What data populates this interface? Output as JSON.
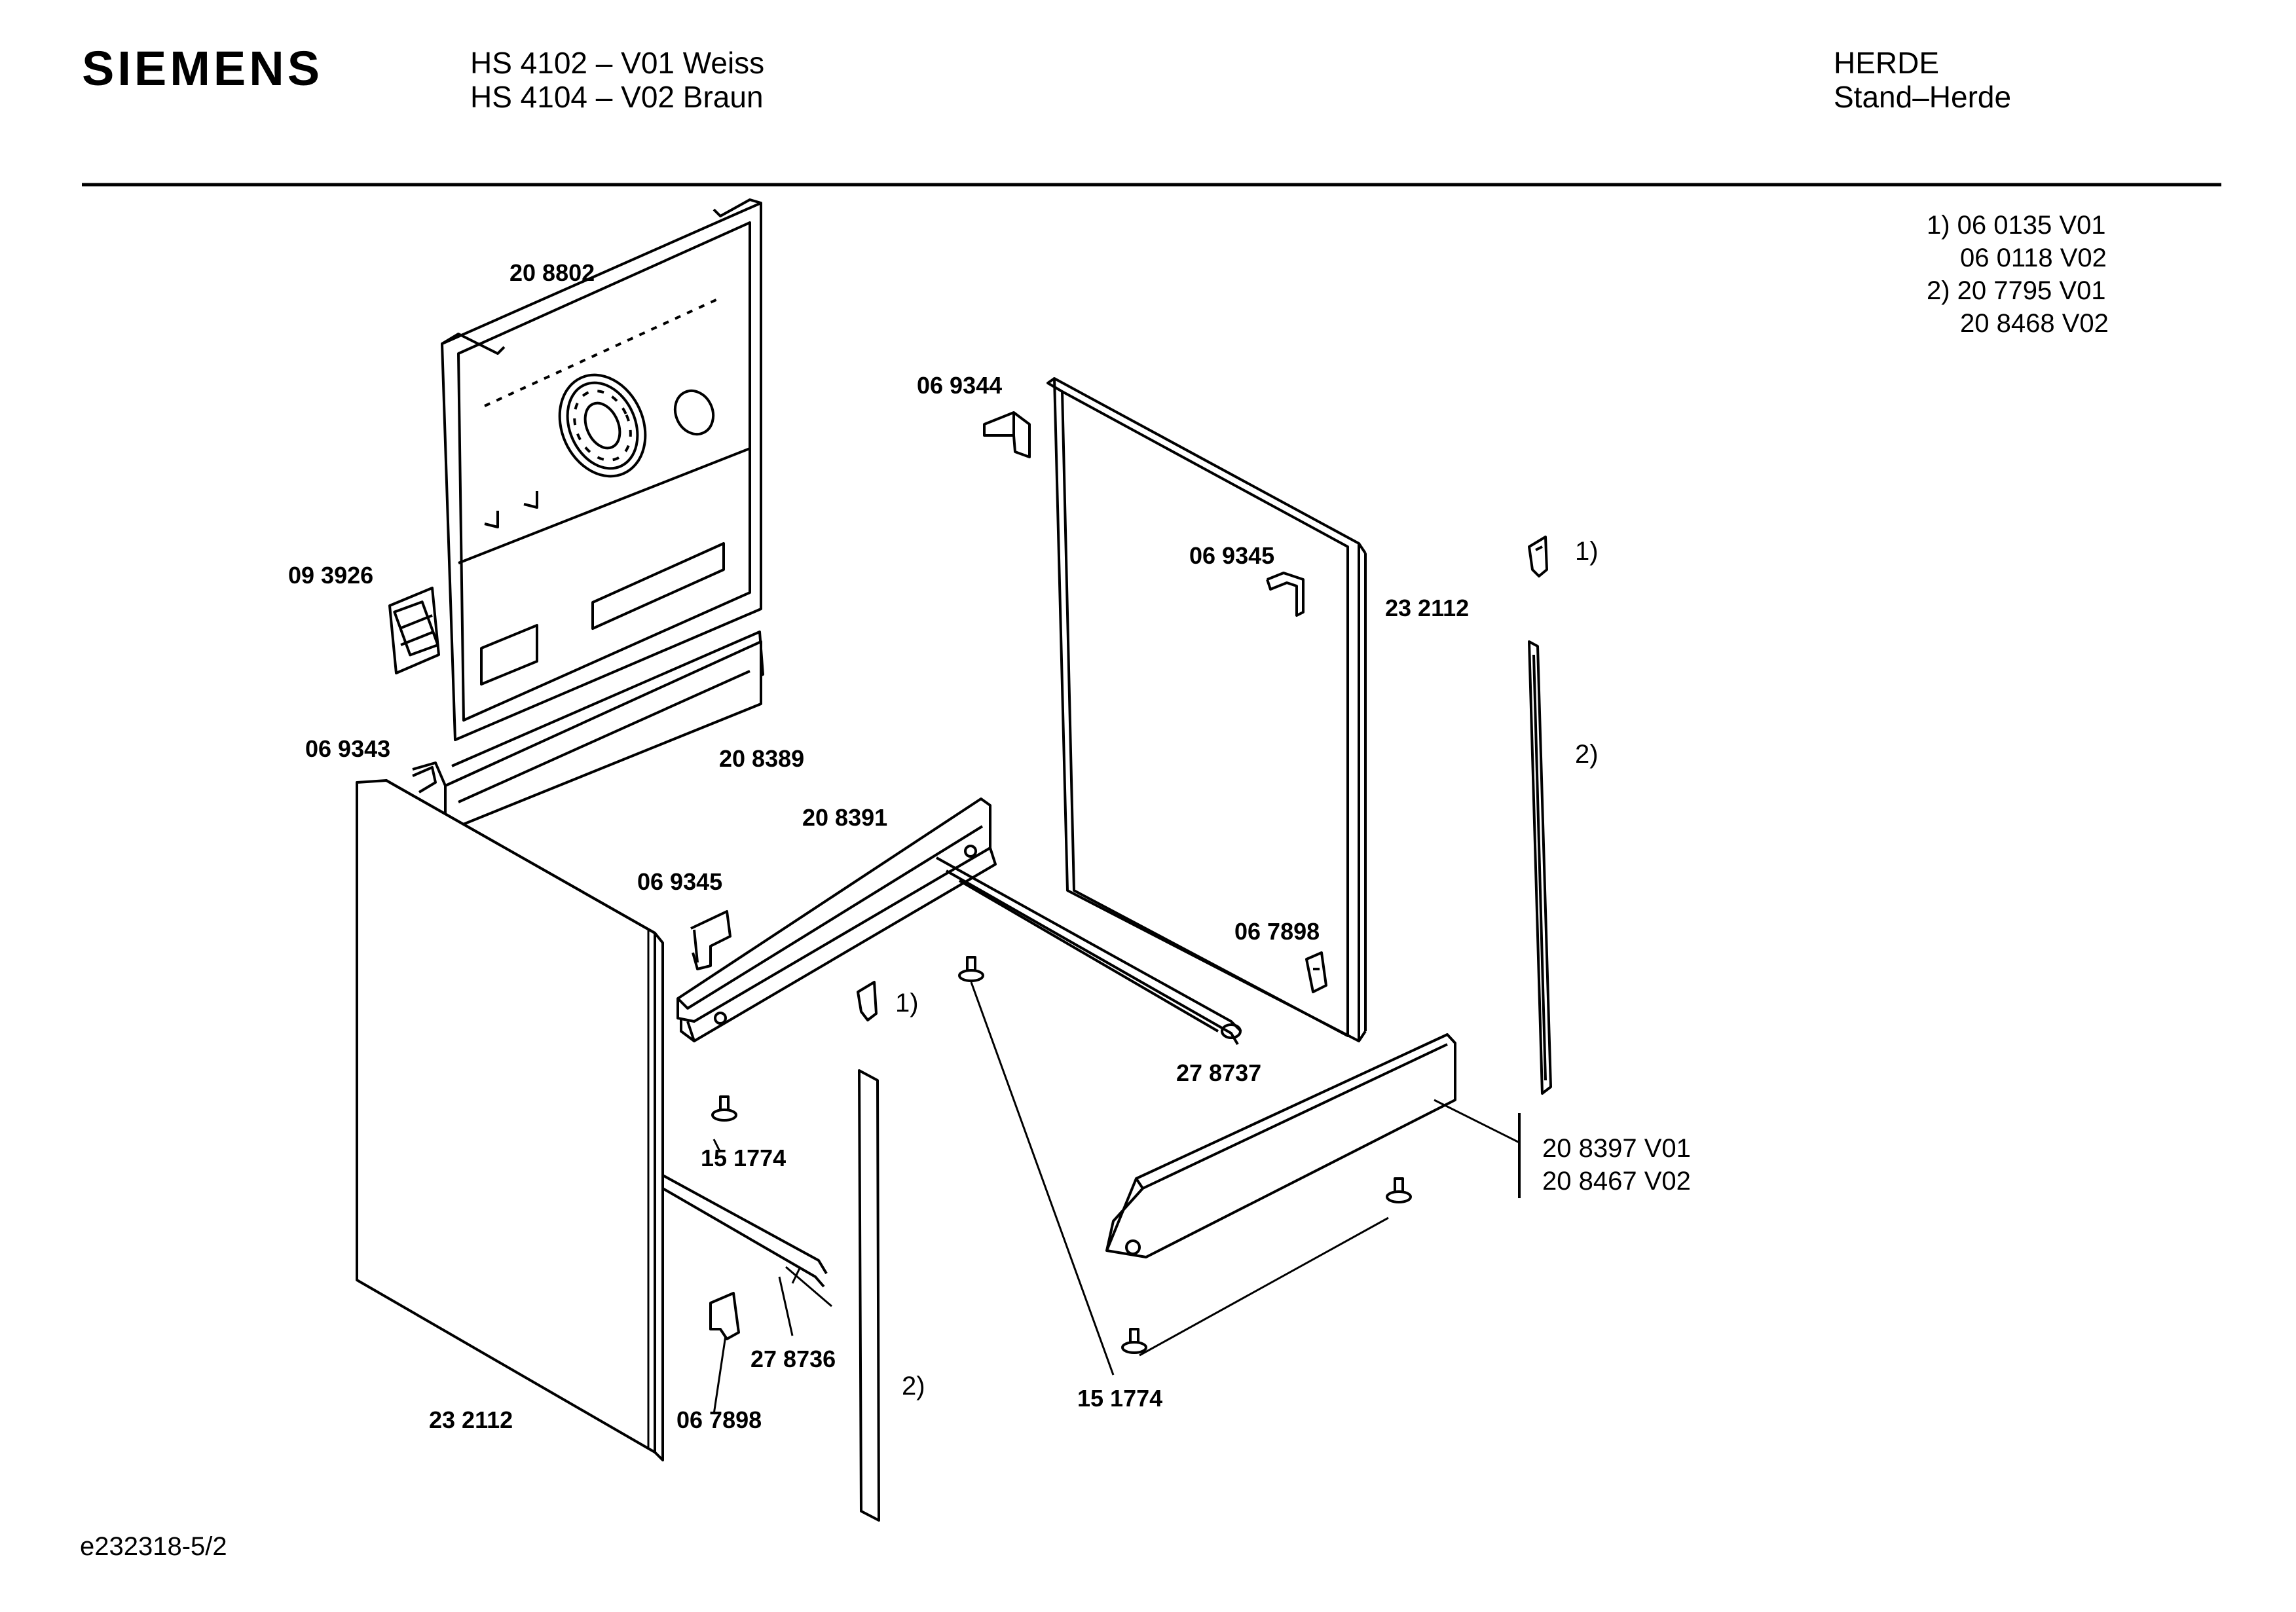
{
  "header": {
    "brand": "SIEMENS",
    "models": [
      "HS 4102 – V01 Weiss",
      "HS 4104 – V02 Braun"
    ],
    "category": [
      "HERDE",
      "Stand–Herde"
    ]
  },
  "variant_notes": [
    "1) 06 0135 V01",
    "06 0118 V02",
    "2) 20 7795 V01",
    "20 8468 V02"
  ],
  "parts": {
    "p208802": "20 8802",
    "p069344": "06 9344",
    "p093926": "09 3926",
    "p069345_top": "06 9345",
    "p232112_right": "23 2112",
    "ref1_right": "1)",
    "ref2_right": "2)",
    "p069343": "06 9343",
    "p208389": "20 8389",
    "p208391": "20 8391",
    "p069345_mid": "06 9345",
    "p067898_right": "06 7898",
    "ref1_mid": "1)",
    "p278737": "27 8737",
    "p151774_left": "15 1774",
    "p278736": "27 8736",
    "p067898_left": "06 7898",
    "p232112_left": "23 2112",
    "ref2_left": "2)",
    "p151774_bottom": "15 1774",
    "kick_v01": "20 8397 V01",
    "kick_v02": "20 8467 V02"
  },
  "footer": {
    "code": "e232318-5/2"
  }
}
